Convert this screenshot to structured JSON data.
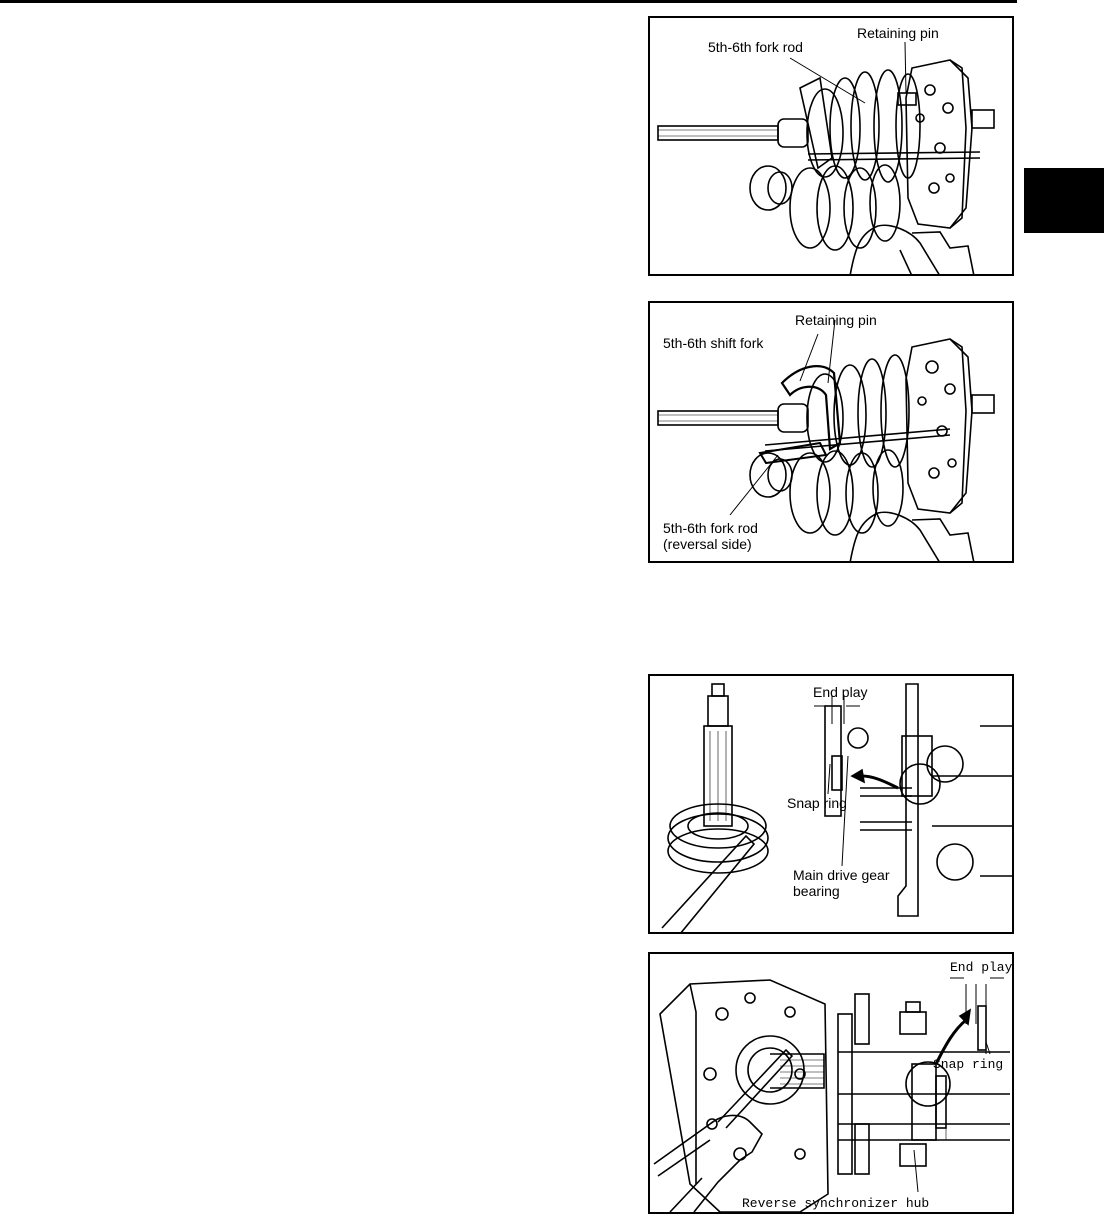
{
  "figures": [
    {
      "id": "fig1",
      "labels": {
        "fork_rod": "5th-6th fork rod",
        "retaining_pin": "Retaining pin"
      }
    },
    {
      "id": "fig2",
      "labels": {
        "retaining_pin": "Retaining pin",
        "shift_fork": "5th-6th shift fork",
        "fork_rod_line1": "5th-6th fork rod",
        "fork_rod_line2": "(reversal side)"
      }
    },
    {
      "id": "fig3",
      "labels": {
        "end_play": "End play",
        "snap_ring": "Snap ring",
        "bearing_line1": "Main drive gear",
        "bearing_line2": "bearing"
      }
    },
    {
      "id": "fig4",
      "labels": {
        "end_play": "End play",
        "snap_ring": "Snap ring",
        "hub": "Reverse synchronizer hub"
      }
    }
  ]
}
